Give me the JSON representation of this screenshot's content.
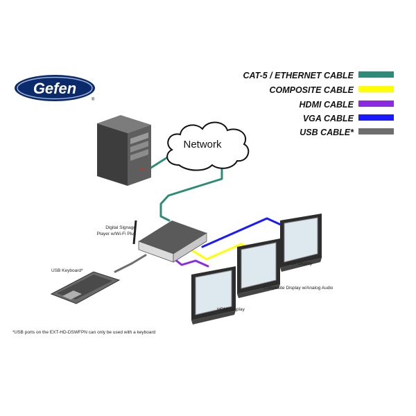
{
  "logo": {
    "brand": "Gefen",
    "mark": "®"
  },
  "legend": [
    {
      "label": "CAT-5 / ETHERNET CABLE",
      "color": "#2e8b78"
    },
    {
      "label": "COMPOSITE CABLE",
      "color": "#ffff00"
    },
    {
      "label": "HDMI CABLE",
      "color": "#8a2be2"
    },
    {
      "label": "VGA CABLE",
      "color": "#1a1aff"
    },
    {
      "label": "USB CABLE*",
      "color": "#6e6e6e"
    }
  ],
  "network": {
    "label": "Network"
  },
  "devices": {
    "player": {
      "line1": "Digital Signage",
      "line2": "Player w/Wi-Fi Plus"
    },
    "keyboard": {
      "label": "USB Keyboard*"
    },
    "vga": {
      "label": "VGA Display"
    },
    "composite": {
      "label": "Composite Display w/Analog Audio"
    },
    "hdmi": {
      "label": "HDMI Display"
    }
  },
  "footnote": "*USB ports on the EXT-HD-DSWFPN can only be used with a keyboard",
  "icons": [
    "server-icon",
    "cloud-icon",
    "signage-player-icon",
    "keyboard-icon",
    "monitor-icon"
  ]
}
